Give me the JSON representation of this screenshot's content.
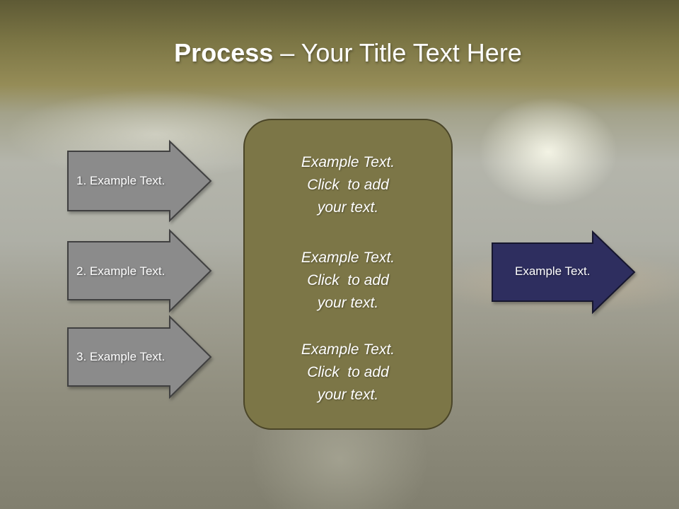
{
  "slide": {
    "title_bold": "Process",
    "title_rest": " – Your Title Text Here"
  },
  "left_arrows": [
    {
      "label": "1. Example Text."
    },
    {
      "label": "2. Example Text."
    },
    {
      "label": "3. Example Text."
    }
  ],
  "center_box": {
    "blocks": [
      {
        "line1": "Example Text.",
        "line2": "Click  to add",
        "line3": "your text."
      },
      {
        "line1": "Example Text.",
        "line2": "Click  to add",
        "line3": "your text."
      },
      {
        "line1": "Example Text.",
        "line2": "Click  to add",
        "line3": "your text."
      }
    ]
  },
  "right_arrow": {
    "label": "Example Text."
  },
  "colors": {
    "gray_arrow": "#8b8b8b",
    "center_box": "#7c7647",
    "output_arrow": "#2e2e5e",
    "title_band": "#7c7645"
  }
}
